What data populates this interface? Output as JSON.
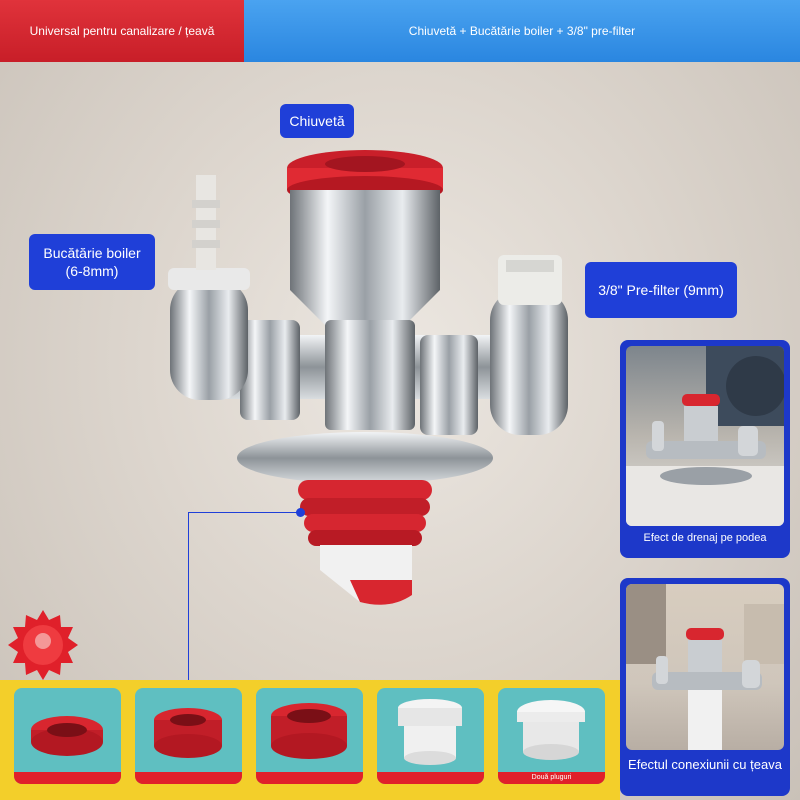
{
  "header": {
    "left_label": "Universal pentru canalizare / țeavă",
    "right_label": "Chiuvetă + Bucătărie boiler + 3/8\" pre-filter"
  },
  "callouts": {
    "sink": "Chiuvetă",
    "boiler": "Bucătărie boiler (6-8mm)",
    "prefilter": "3/8\" Pre-filter (9mm)"
  },
  "side_cards": [
    {
      "caption": "Efect de drenaj pe podea"
    },
    {
      "caption": "Efectul conexiunii cu țeava"
    }
  ],
  "accessories": [
    {
      "caption": ""
    },
    {
      "caption": ""
    },
    {
      "caption": ""
    },
    {
      "caption": ""
    },
    {
      "caption": "Două pluguri"
    }
  ],
  "colors": {
    "red_tag": "#d4262f",
    "blue_tag": "#3895e8",
    "callout_blue": "#1f3fd8",
    "strip_yellow": "#f3cf2a",
    "tile_teal": "#5fbfc1"
  }
}
